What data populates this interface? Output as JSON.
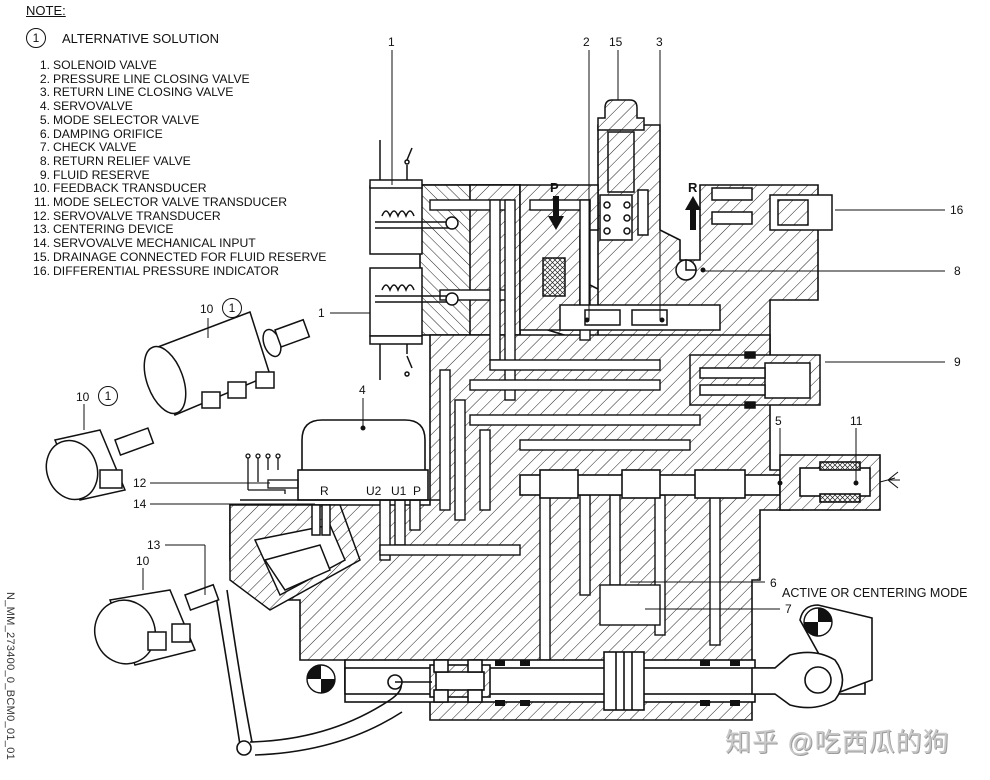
{
  "note": {
    "title": "NOTE:",
    "alternative": {
      "marker": "1",
      "label": "ALTERNATIVE SOLUTION"
    }
  },
  "legend": [
    {
      "num": "1.",
      "label": "SOLENOID VALVE"
    },
    {
      "num": "2.",
      "label": "PRESSURE LINE CLOSING VALVE"
    },
    {
      "num": "3.",
      "label": "RETURN LINE CLOSING VALVE"
    },
    {
      "num": "4.",
      "label": "SERVOVALVE"
    },
    {
      "num": "5.",
      "label": "MODE SELECTOR VALVE"
    },
    {
      "num": "6.",
      "label": "DAMPING ORIFICE"
    },
    {
      "num": "7.",
      "label": "CHECK VALVE"
    },
    {
      "num": "8.",
      "label": "RETURN RELIEF VALVE"
    },
    {
      "num": "9.",
      "label": "FLUID RESERVE"
    },
    {
      "num": "10.",
      "label": "FEEDBACK TRANSDUCER"
    },
    {
      "num": "11.",
      "label": "MODE SELECTOR VALVE TRANSDUCER"
    },
    {
      "num": "12.",
      "label": "SERVOVALVE TRANSDUCER"
    },
    {
      "num": "13.",
      "label": "CENTERING DEVICE"
    },
    {
      "num": "14.",
      "label": "SERVOVALVE MECHANICAL INPUT"
    },
    {
      "num": "15.",
      "label": "DRAINAGE CONNECTED FOR FLUID RESERVE"
    },
    {
      "num": "16.",
      "label": "DIFFERENTIAL PRESSURE INDICATOR"
    }
  ],
  "callouts": {
    "c1_top": "1",
    "c1_side": "1",
    "c2": "2",
    "c15": "15",
    "c3": "3",
    "c16": "16",
    "c8": "8",
    "c9": "9",
    "c4": "4",
    "c5": "5",
    "c11": "11",
    "c12": "12",
    "c14": "14",
    "c13": "13",
    "c10_a": "10",
    "c10_b": "10",
    "c10_c": "10",
    "c10_a_alt": "1",
    "c10_b_alt": "1",
    "c6": "6",
    "c7": "7"
  },
  "ports": {
    "pressure": "P",
    "return": "R"
  },
  "servovalve_ports": [
    "R",
    "U2",
    "U1",
    "P"
  ],
  "mode_text": "ACTIVE OR CENTERING MODE",
  "drawing_code": "N_MM_273400_0_BCM0_01_01",
  "watermark": "知乎 @吃西瓜的狗"
}
